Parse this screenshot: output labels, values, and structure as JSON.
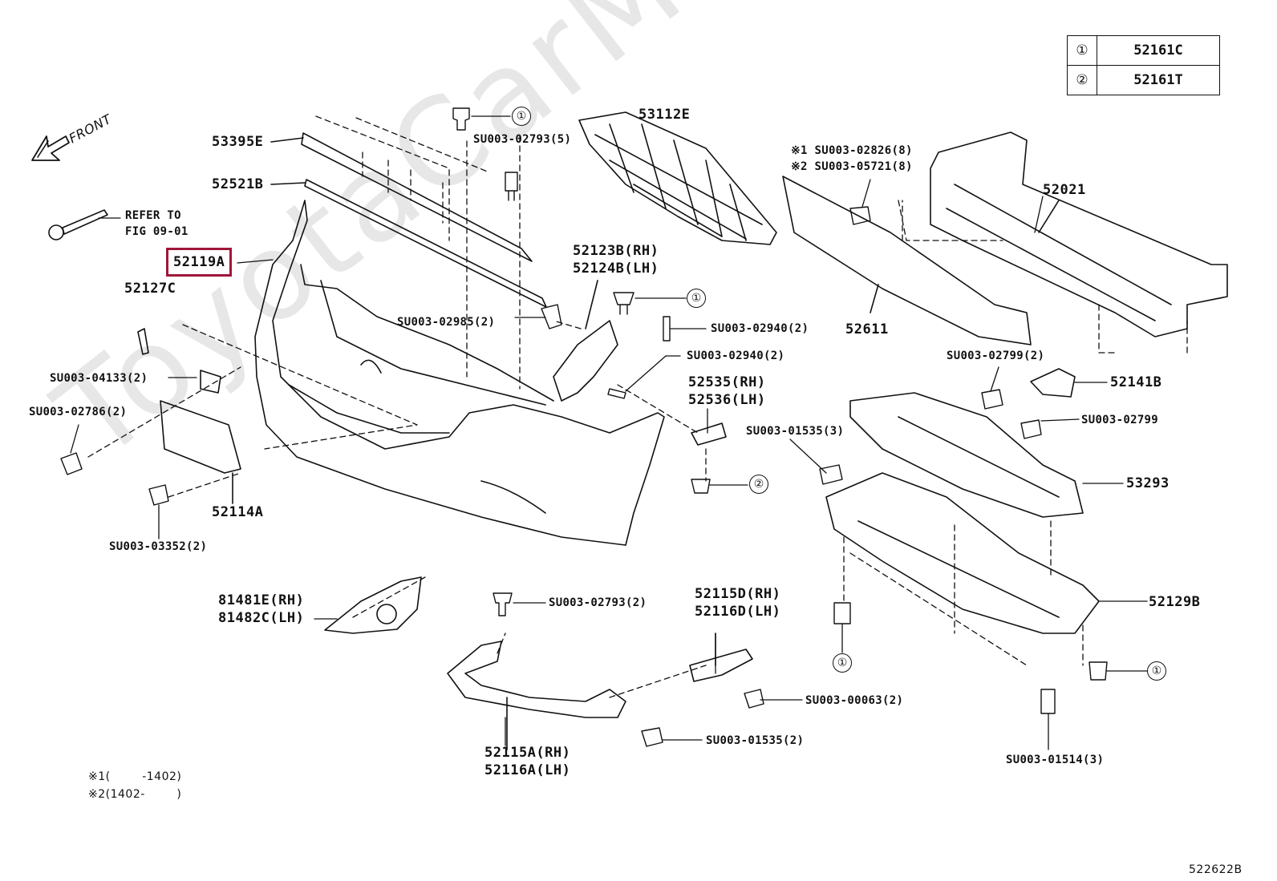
{
  "watermark": "ToyotaCarMini.ru",
  "diagram_code": "522622B",
  "front_label": "FRONT",
  "legend": [
    {
      "key": "①",
      "value": "52161C"
    },
    {
      "key": "②",
      "value": "52161T"
    }
  ],
  "labels": {
    "l53395E": "53395E",
    "l52521B": "52521B",
    "l52119A": "52119A",
    "l52127C": "52127C",
    "refer": "REFER TO\nFIG 09-01",
    "su02793_5": "SU003-02793(5)",
    "l53112E": "53112E",
    "l52123B": "52123B(RH)\n52124B(LH)",
    "su02985": "SU003-02985(2)",
    "su02940a": "SU003-02940(2)",
    "su02940b": "SU003-02940(2)",
    "l52535": "52535(RH)\n52536(LH)",
    "su04133": "SU003-04133(2)",
    "su02786": "SU003-02786(2)",
    "l52114A": "52114A",
    "su03352": "SU003-03352(2)",
    "l81481E": "81481E(RH)\n81482C(LH)",
    "su02793_2": "SU003-02793(2)",
    "l52115D": "52115D(RH)\n52116D(LH)",
    "su00063": "SU003-00063(2)",
    "su01535_2": "SU003-01535(2)",
    "l52115A": "52115A(RH)\n52116A(LH)",
    "l52021": "52021",
    "su02826": "※1 SU003-02826(8)",
    "su05721": "※2 SU003-05721(8)",
    "l52611": "52611",
    "su02799_2": "SU003-02799(2)",
    "l52141B": "52141B",
    "su02799": "SU003-02799",
    "su01535_3": "SU003-01535(3)",
    "l53293": "53293",
    "l52129B": "52129B",
    "su01514": "SU003-01514(3)",
    "note1": "※1(        -1402)",
    "note2": "※2(1402-        )"
  },
  "callouts": {
    "c1": "①",
    "c2": "①",
    "c3": "②",
    "c4": "①",
    "c5": "①"
  }
}
